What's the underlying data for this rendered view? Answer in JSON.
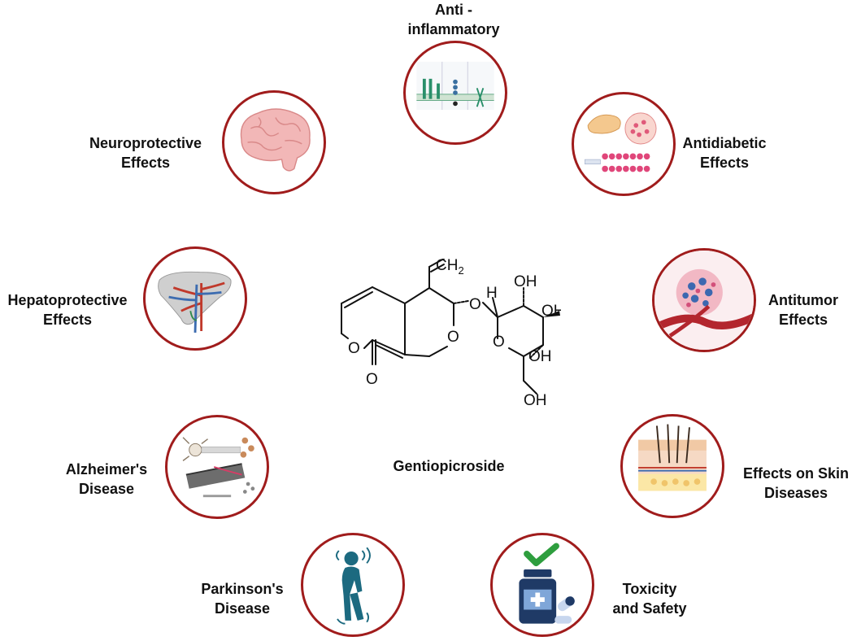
{
  "center": {
    "compound_name": "Gentiopicroside",
    "atoms": {
      "ch2": "CH",
      "ch2_sub": "2",
      "h": "H",
      "o_ring": "O",
      "o_link": "O",
      "o_lactone": "O",
      "o_carbonyl": "O",
      "o_pyran": "O",
      "oh_top": "OH",
      "oh_right": "OH",
      "oh_lower": "OH",
      "oh_bottom": "OH"
    }
  },
  "effects": [
    {
      "id": "anti-inflammatory",
      "line1": "Anti -",
      "line2": "inflammatory",
      "icon": "cell-membrane-receptor-icon"
    },
    {
      "id": "antidiabetic",
      "line1": "Antidiabetic",
      "line2": "Effects",
      "icon": "pancreas-insulin-icon"
    },
    {
      "id": "antitumor",
      "line1": "Antitumor",
      "line2": "Effects",
      "icon": "tumor-vessel-icon"
    },
    {
      "id": "skin",
      "line1": "Effects on Skin",
      "line2": "Diseases",
      "icon": "skin-layers-icon"
    },
    {
      "id": "toxicity",
      "line1": "Toxicity",
      "line2": "and Safety",
      "icon": "pill-bottle-check-icon"
    },
    {
      "id": "parkinsons",
      "line1": "Parkinson's",
      "line2": "Disease",
      "icon": "trembling-person-icon"
    },
    {
      "id": "alzheimers",
      "line1": "Alzheimer's",
      "line2": "Disease",
      "icon": "neuron-microtubule-icon"
    },
    {
      "id": "hepatoprotective",
      "line1": "Hepatoprotective",
      "line2": "Effects",
      "icon": "liver-icon"
    },
    {
      "id": "neuroprotective",
      "line1": "Neuroprotective",
      "line2": "Effects",
      "icon": "brain-icon"
    }
  ],
  "colors": {
    "circle_border": "#a01c1c",
    "text": "#111111",
    "check_green": "#2e9e3e",
    "bottle_navy": "#1f3a66",
    "person_teal": "#1c6a80",
    "brain_pink": "#f2b7b7",
    "vessel_red": "#c0392b"
  }
}
